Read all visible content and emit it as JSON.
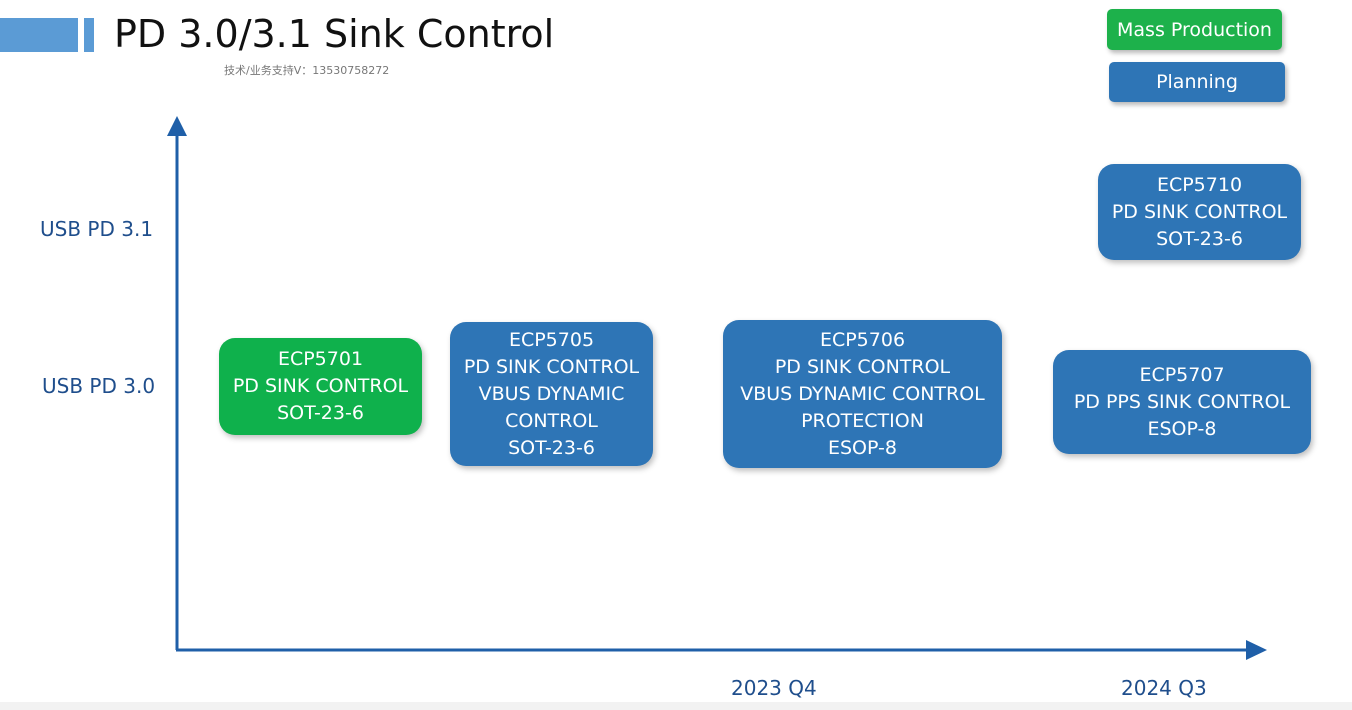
{
  "header": {
    "title": "PD 3.0/3.1 Sink Control",
    "subtitle": "技术/业务支持V：13530758272"
  },
  "legend": {
    "mass_production": "Mass Production",
    "planning": "Planning",
    "mass_color": "#1db14b",
    "planning_color": "#2e75b6"
  },
  "axes": {
    "y_labels": [
      "USB PD 3.1",
      "USB PD 3.0"
    ],
    "x_labels": [
      "2023 Q4",
      "2024 Q3"
    ],
    "axis_color": "#1f5fa8"
  },
  "products": [
    {
      "status": "mass_production",
      "lines": [
        "ECP5701",
        "PD SINK CONTROL",
        "SOT-23-6"
      ]
    },
    {
      "status": "planning",
      "lines": [
        "ECP5705",
        "PD SINK CONTROL",
        "VBUS DYNAMIC",
        "CONTROL",
        "SOT-23-6"
      ]
    },
    {
      "status": "planning",
      "lines": [
        "ECP5706",
        "PD SINK CONTROL",
        "VBUS DYNAMIC CONTROL",
        "PROTECTION",
        "ESOP-8"
      ]
    },
    {
      "status": "planning",
      "lines": [
        "ECP5707",
        "PD PPS SINK CONTROL",
        "ESOP-8"
      ]
    },
    {
      "status": "planning",
      "lines": [
        "ECP5710",
        "PD SINK CONTROL",
        "SOT-23-6"
      ]
    }
  ]
}
